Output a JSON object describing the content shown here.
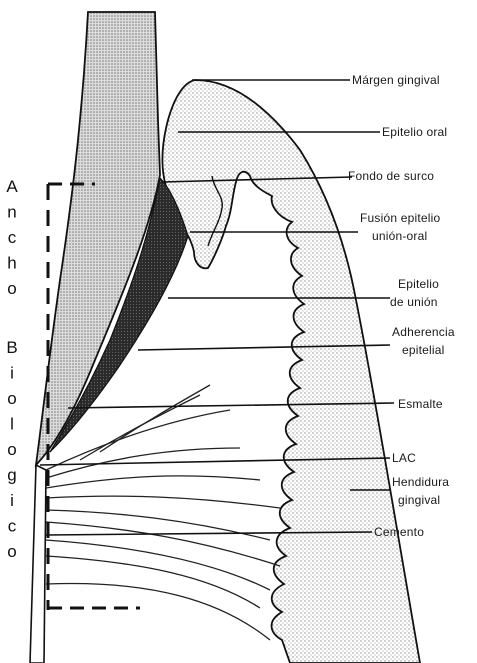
{
  "labels": {
    "margen_gingival": "Márgen gingival",
    "epitelio_oral": "Epitelio oral",
    "fondo_de_surco": "Fondo de surco",
    "fusion_1": "Fusión epitelio",
    "fusion_2": "unión-oral",
    "epitelio_union_1": "Epitelio",
    "epitelio_union_2": "de unión",
    "adherencia_1": "Adherencia",
    "adherencia_2": "epitelial",
    "esmalte": "Esmalte",
    "lac": "LAC",
    "hendidura_1": "Hendidura",
    "hendidura_2": "gingival",
    "cemento": "Cemento"
  },
  "side_title": {
    "letters": [
      "A",
      "n",
      "c",
      "h",
      "o",
      "",
      "B",
      "i",
      "o",
      "l",
      "o",
      "g",
      "i",
      "c",
      "o"
    ]
  },
  "colors": {
    "ink": "#111111",
    "stipple": "#9a9a9a",
    "dark_band": "#222222"
  }
}
